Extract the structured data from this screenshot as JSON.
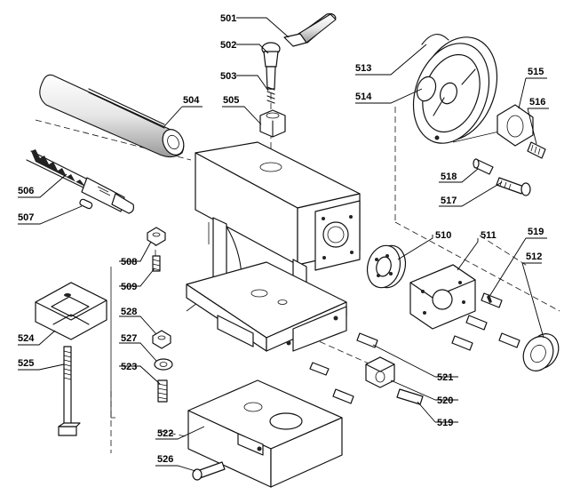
{
  "labels": {
    "501": "501",
    "502": "502",
    "503": "503",
    "504": "504",
    "505": "505",
    "506": "506",
    "507": "507",
    "508": "508",
    "509": "509",
    "510": "510",
    "511": "511",
    "512": "512",
    "513": "513",
    "514": "514",
    "515": "515",
    "516": "516",
    "517": "517",
    "518": "518",
    "519a": "519",
    "519b": "519",
    "520": "520",
    "521": "521",
    "522": "522",
    "523": "523",
    "524": "524",
    "525": "525",
    "526": "526",
    "527": "527",
    "528": "528"
  }
}
